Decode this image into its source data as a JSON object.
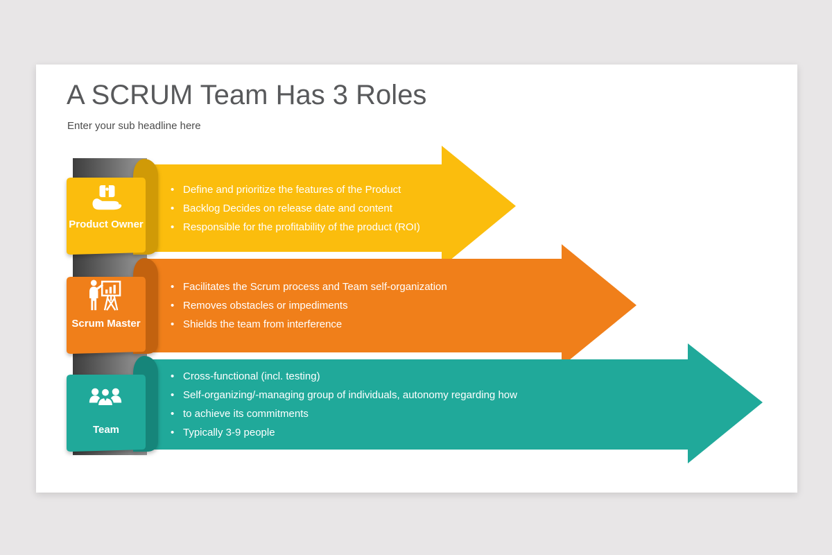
{
  "page": {
    "background_color": "#E8E6E7",
    "card_color": "#FFFFFF",
    "spine_color_start": "#3D3D3D",
    "spine_color_end": "#9C9C9C"
  },
  "header": {
    "title": "A SCRUM Team Has 3 Roles",
    "subtitle": "Enter your sub headline here",
    "title_color": "#58595B"
  },
  "rows": [
    {
      "id": "product-owner",
      "label": "Product Owner",
      "icon": "hand-holding-product-icon",
      "color": "#FBBD0D",
      "color_dark": "#D09A07",
      "bullets": [
        "Define and prioritize the features of the Product",
        "Backlog Decides on release date and content",
        "Responsible for the profitability of the product (ROI)"
      ]
    },
    {
      "id": "scrum-master",
      "label": "Scrum Master",
      "icon": "presenter-chart-icon",
      "color": "#F07F1A",
      "color_dark": "#C2620F",
      "bullets": [
        "Facilitates the Scrum process and Team self-organization",
        "Removes obstacles or impediments",
        "Shields the team from interference"
      ]
    },
    {
      "id": "team",
      "label": "Team",
      "icon": "people-group-icon",
      "color": "#20A99A",
      "color_dark": "#16857A",
      "bullets": [
        "Cross-functional (incl. testing)",
        "Self-organizing/-managing group of individuals, autonomy regarding how",
        "to achieve its commitments",
        "Typically 3-9 people"
      ]
    }
  ]
}
